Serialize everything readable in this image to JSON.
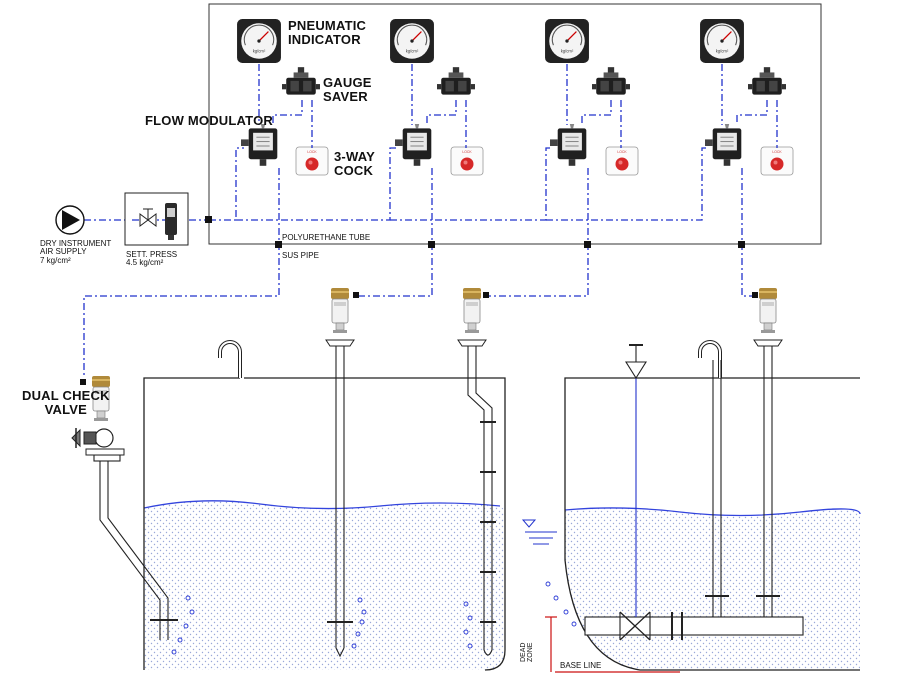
{
  "labels": {
    "pneumatic_indicator": [
      "PNEUMATIC",
      "INDICATOR"
    ],
    "gauge_saver": [
      "GAUGE",
      "SAVER"
    ],
    "flow_modulator": "FLOW MODULATOR",
    "three_way_cock": [
      "3-WAY",
      "COCK"
    ],
    "dual_check_valve": [
      "DUAL CHECK",
      "VALVE"
    ],
    "air_supply": [
      "DRY INSTRUMENT",
      "AIR SUPPLY",
      "7 kg/cm²"
    ],
    "sett_press": [
      "SETT. PRESS",
      "4.5 kg/cm²"
    ],
    "polyurethane_tube": "POLYURETHANE TUBE",
    "sus_pipe": "SUS PIPE",
    "dead_zone": [
      "DEAD",
      "ZONE"
    ],
    "base_line": "BASE LINE"
  },
  "colors": {
    "line": "#1a1a1a",
    "signal": "#2233cc",
    "liquid_surface": "#3344dd",
    "liquid_dots": "#9aa8d8",
    "bubble": "#2a3ad6",
    "brass": "#b08a3a",
    "red": "#d62828",
    "base_line": "#cc1111"
  }
}
